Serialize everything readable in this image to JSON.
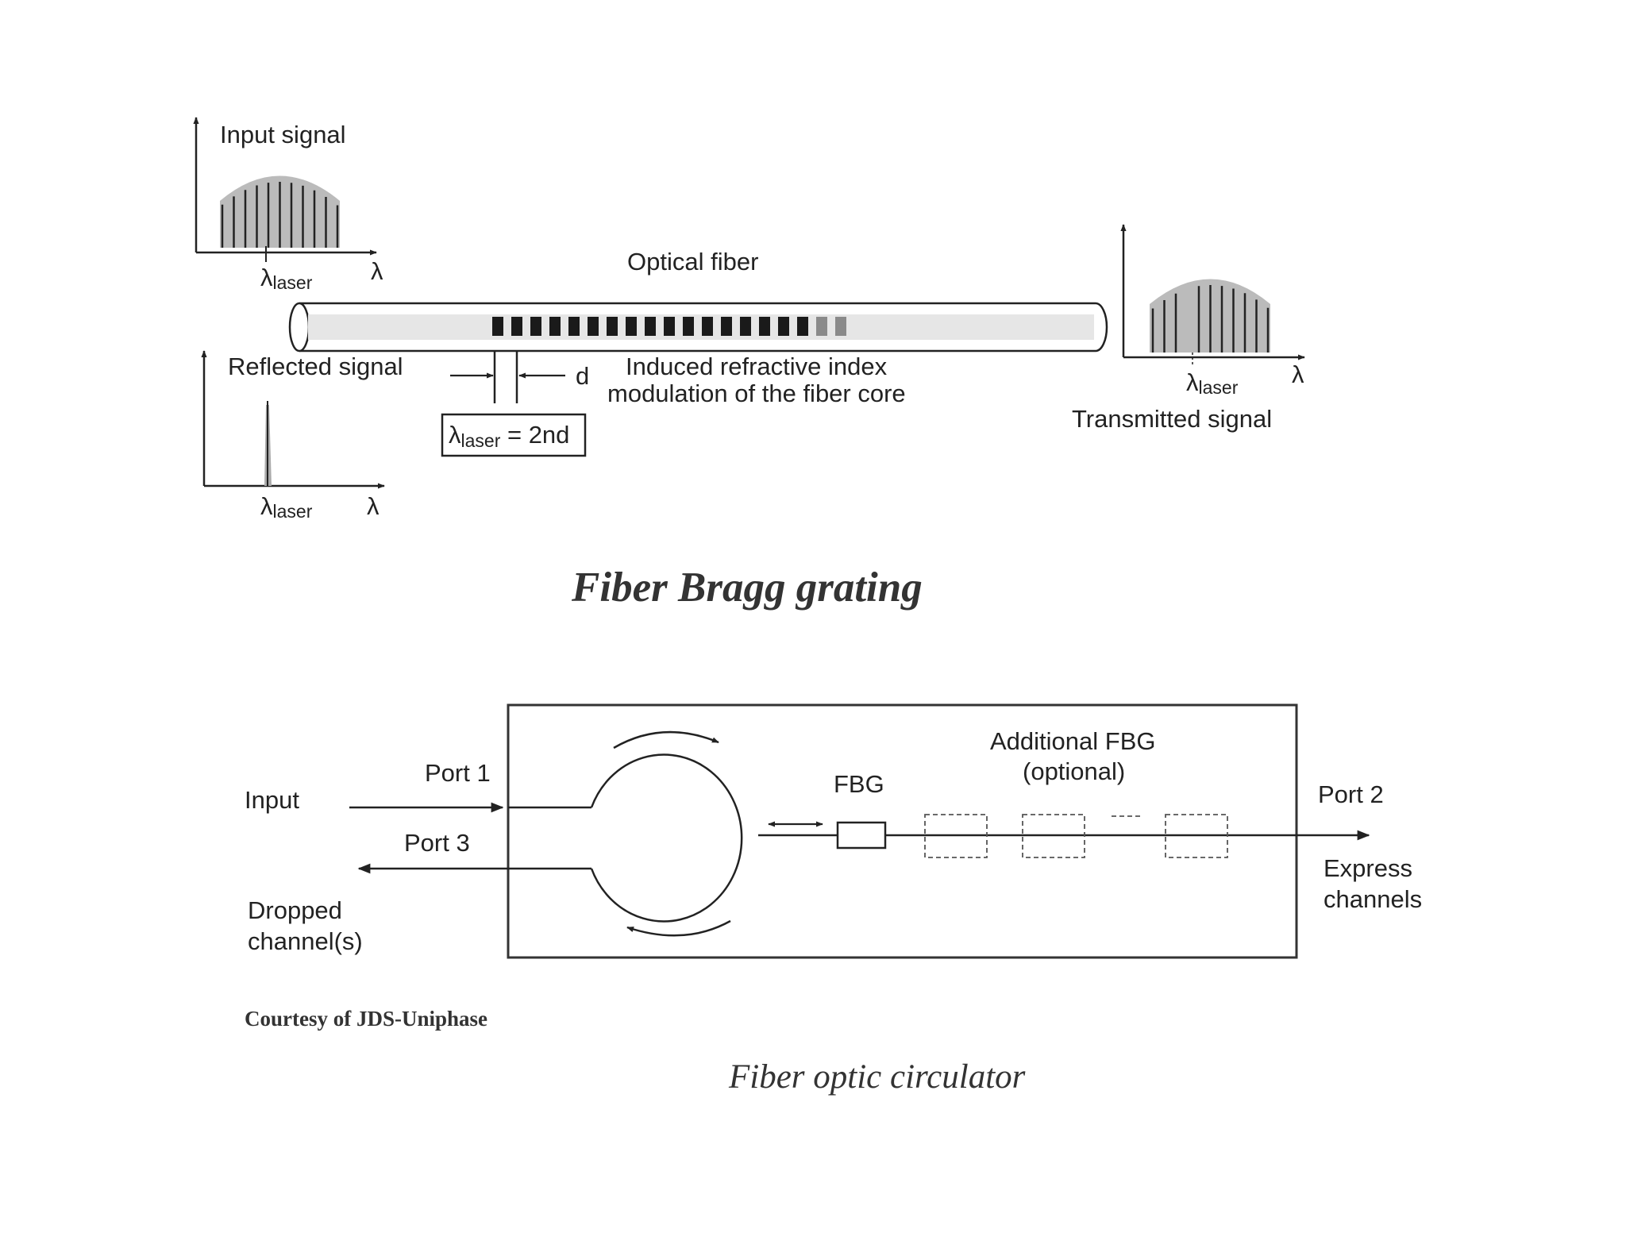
{
  "fbg": {
    "input_signal_label": "Input signal",
    "reflected_signal_label": "Reflected signal",
    "transmitted_signal_label": "Transmitted signal",
    "optical_fiber_label": "Optical fiber",
    "induced_line1": "Induced refractive index",
    "induced_line2": "modulation of the fiber core",
    "d_label": "d",
    "lambda_symbol": "λ",
    "lambda_laser_main": "λ",
    "lambda_laser_sub": "laser",
    "bragg_eq_main": "λ",
    "bragg_eq_sub": "laser",
    "bragg_eq_rest": " = 2nd",
    "title": "Fiber Bragg grating"
  },
  "circulator": {
    "input_label": "Input",
    "port1_label": "Port 1",
    "port2_label": "Port 2",
    "port3_label": "Port 3",
    "fbg_label": "FBG",
    "additional_fbg_line1": "Additional FBG",
    "additional_fbg_line2": "(optional)",
    "dropped_line1": "Dropped",
    "dropped_line2": "channel(s)",
    "express_line1": "Express",
    "express_line2": "channels",
    "courtesy": "Courtesy of JDS-Uniphase",
    "title": "Fiber optic circulator"
  }
}
